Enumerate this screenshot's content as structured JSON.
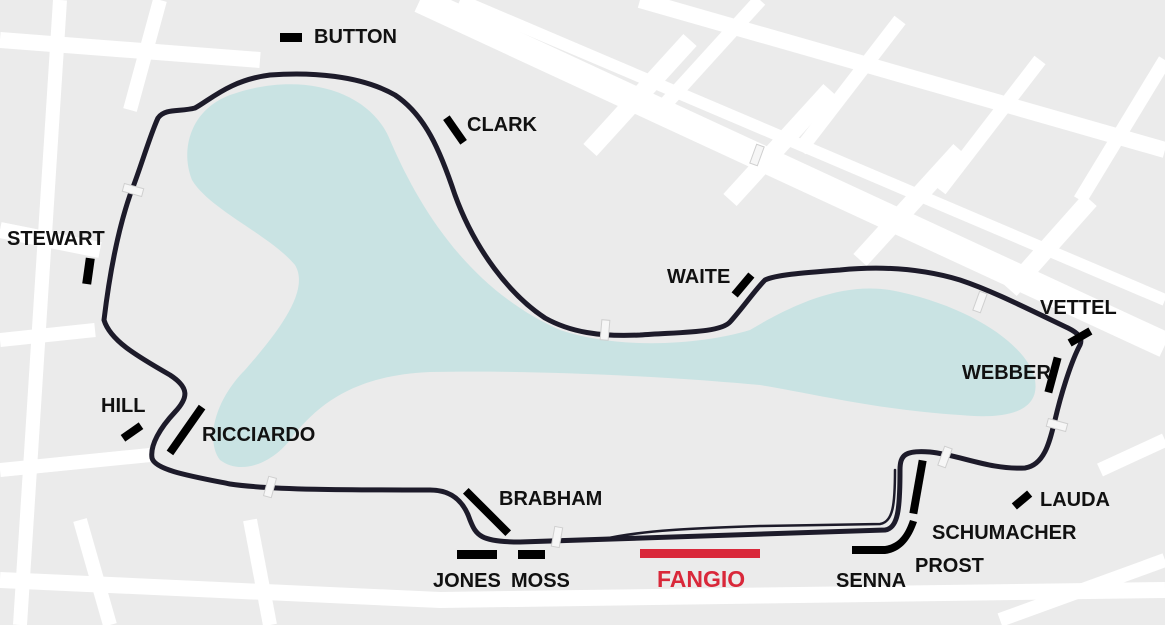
{
  "map": {
    "colors": {
      "background": "#ebebeb",
      "road": "#ffffff",
      "lake": "#c9e3e3",
      "track": "#1d1b2a",
      "marker": "#000000",
      "highlight": "#d9283a"
    },
    "corners": {
      "button": "BUTTON",
      "clark": "CLARK",
      "stewart": "STEWART",
      "waite": "WAITE",
      "vettel": "VETTEL",
      "webber": "WEBBER",
      "hill": "HILL",
      "ricciardo": "RICCIARDO",
      "brabham": "BRABHAM",
      "lauda": "LAUDA",
      "schumacher": "SCHUMACHER",
      "prost": "PROST",
      "senna": "SENNA",
      "jones": "JONES",
      "moss": "MOSS",
      "fangio": "FANGIO"
    }
  }
}
